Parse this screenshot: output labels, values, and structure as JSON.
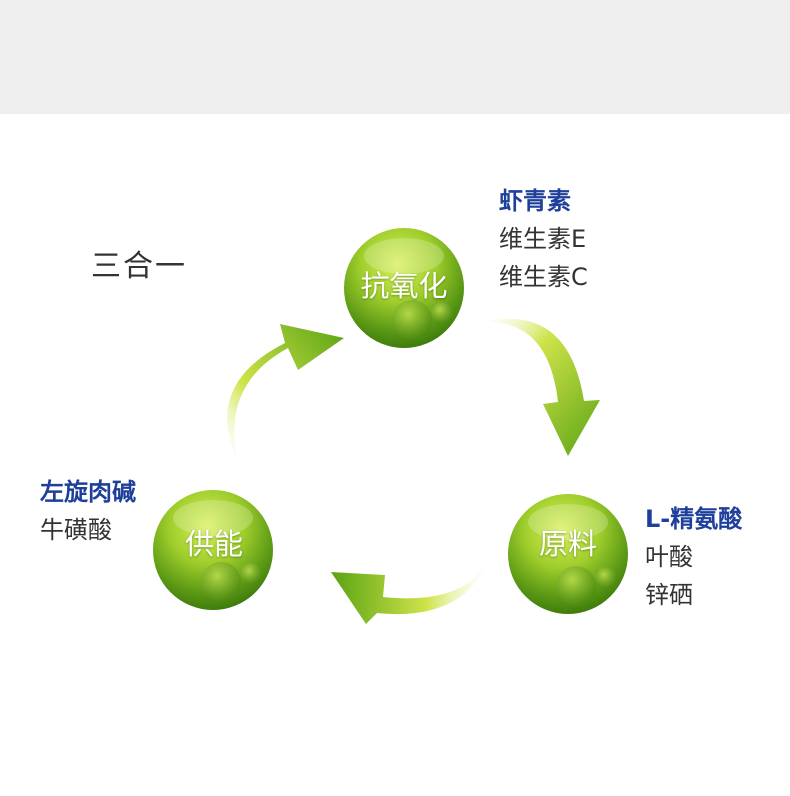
{
  "title": "三合一",
  "nodes": {
    "top": {
      "label": "抗氧化"
    },
    "right": {
      "label": "原料"
    },
    "left": {
      "label": "供能"
    }
  },
  "ingredients": {
    "top": {
      "highlight": "虾青素",
      "items": [
        "维生素E",
        "维生素C"
      ]
    },
    "right": {
      "highlight": "L-精氨酸",
      "items": [
        "叶酸",
        "锌硒"
      ]
    },
    "left": {
      "highlight": "左旋肉碱",
      "items": [
        "牛磺酸"
      ]
    }
  },
  "colors": {
    "highlight": "#1e3f9a",
    "text": "#333333",
    "band": "#efefef",
    "sphere_light": "#c9e64a",
    "sphere_dark": "#3f7d0c",
    "arrow_light": "#d6e84e",
    "arrow_dark": "#5aa313"
  }
}
